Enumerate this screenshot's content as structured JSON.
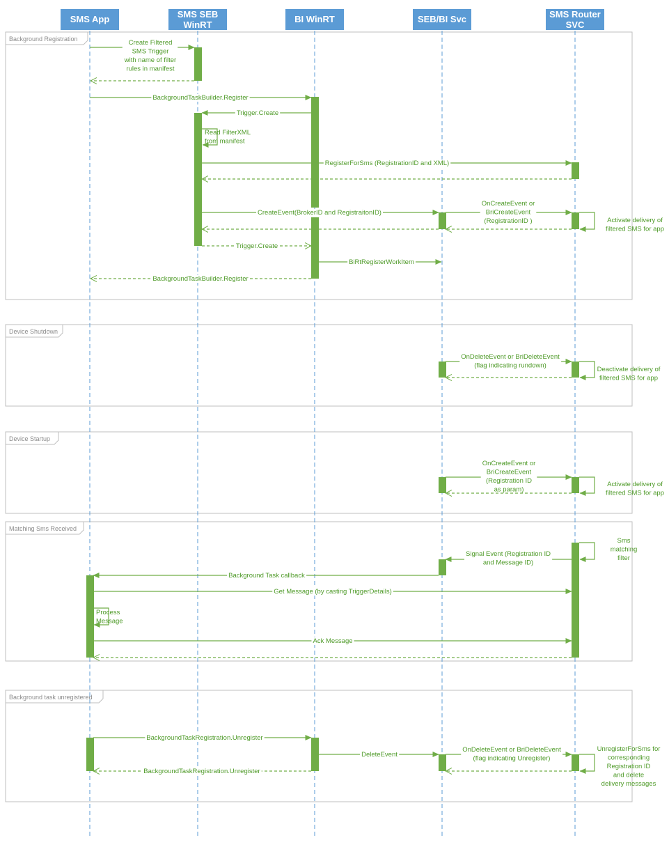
{
  "colors": {
    "arrow": "#70ad47",
    "text": "#4e9a28",
    "header_bg": "#5b9bd5",
    "lifeline": "#5b9bd5",
    "frame": "#bfbfbf",
    "frame_title": "#8c8c8c"
  },
  "participants": [
    {
      "id": "app",
      "lines": [
        "SMS App"
      ]
    },
    {
      "id": "seb",
      "lines": [
        "SMS SEB",
        "WinRT"
      ]
    },
    {
      "id": "bi",
      "lines": [
        "BI WinRT"
      ]
    },
    {
      "id": "svc",
      "lines": [
        "SEB/BI Svc"
      ]
    },
    {
      "id": "router",
      "lines": [
        "SMS Router",
        "SVC"
      ]
    }
  ],
  "frames": [
    {
      "id": "bgreg",
      "title": "Background Registration"
    },
    {
      "id": "shutdown",
      "title": "Device Shutdown"
    },
    {
      "id": "startup",
      "title": "Device Startup"
    },
    {
      "id": "matching",
      "title": "Matching Sms Received"
    },
    {
      "id": "unreg",
      "title": "Background task unregistered"
    }
  ],
  "messages": [
    {
      "id": "m1",
      "lines": [
        "Create Filtered",
        "SMS Trigger",
        "with name of filter",
        "rules in manifest"
      ]
    },
    {
      "id": "m2",
      "lines": [
        ""
      ]
    },
    {
      "id": "m3",
      "lines": [
        "BackgroundTaskBuilder.Register"
      ]
    },
    {
      "id": "m4",
      "lines": [
        "Trigger.Create"
      ]
    },
    {
      "id": "m5",
      "lines": [
        "Read FilterXML",
        "from manifest"
      ]
    },
    {
      "id": "m6",
      "lines": [
        "RegisterForSms (RegistrationID and XML)"
      ]
    },
    {
      "id": "m7",
      "lines": [
        ""
      ]
    },
    {
      "id": "m8",
      "lines": [
        "CreateEvent(BrokerID and RegistraitonID)"
      ]
    },
    {
      "id": "m9",
      "lines": [
        "OnCreateEvent or",
        "BriCreateEvent",
        "(RegistrationID )"
      ]
    },
    {
      "id": "m10",
      "lines": [
        "Activate delivery of",
        "filtered SMS for app"
      ]
    },
    {
      "id": "m11",
      "lines": [
        ""
      ]
    },
    {
      "id": "m12",
      "lines": [
        ""
      ]
    },
    {
      "id": "m13",
      "lines": [
        "Trigger.Create"
      ]
    },
    {
      "id": "m14",
      "lines": [
        "BiRtRegisterWorkItem"
      ]
    },
    {
      "id": "m15",
      "lines": [
        "BackgroundTaskBuilder.Register"
      ]
    },
    {
      "id": "m16",
      "lines": [
        "OnDeleteEvent or BriDeleteEvent",
        "(flag indicating rundown)"
      ]
    },
    {
      "id": "m17",
      "lines": [
        "Deactivate delivery of",
        "filtered SMS for app"
      ]
    },
    {
      "id": "m18",
      "lines": [
        ""
      ]
    },
    {
      "id": "m19",
      "lines": [
        "OnCreateEvent or",
        "BriCreateEvent",
        "(Registration ID",
        "as param)"
      ]
    },
    {
      "id": "m20",
      "lines": [
        "Activate delivery of",
        "filtered SMS for app"
      ]
    },
    {
      "id": "m21",
      "lines": [
        ""
      ]
    },
    {
      "id": "m22",
      "lines": [
        "Sms",
        "matching",
        "filter"
      ]
    },
    {
      "id": "m23",
      "lines": [
        "Signal Event (Registration ID",
        "and Message ID)"
      ]
    },
    {
      "id": "m24",
      "lines": [
        "Background Task callback"
      ]
    },
    {
      "id": "m25",
      "lines": [
        "Get Message (by casting TriggerDetails)"
      ]
    },
    {
      "id": "m26",
      "lines": [
        "Process",
        "Message"
      ]
    },
    {
      "id": "m27",
      "lines": [
        "Ack Message"
      ]
    },
    {
      "id": "m28",
      "lines": [
        ""
      ]
    },
    {
      "id": "m29",
      "lines": [
        "BackgroundTaskRegistration.Unregister"
      ]
    },
    {
      "id": "m30",
      "lines": [
        "DeleteEvent"
      ]
    },
    {
      "id": "m31",
      "lines": [
        "OnDeleteEvent or BriDeleteEvent",
        "(flag indicating Unregister)"
      ]
    },
    {
      "id": "m32",
      "lines": [
        "UnregisterForSms for",
        "corresponding",
        "Registration ID",
        "and delete",
        "delivery messages"
      ]
    },
    {
      "id": "m33",
      "lines": [
        ""
      ]
    },
    {
      "id": "m34",
      "lines": [
        "BackgroundTaskRegistration.Unregister"
      ]
    }
  ]
}
